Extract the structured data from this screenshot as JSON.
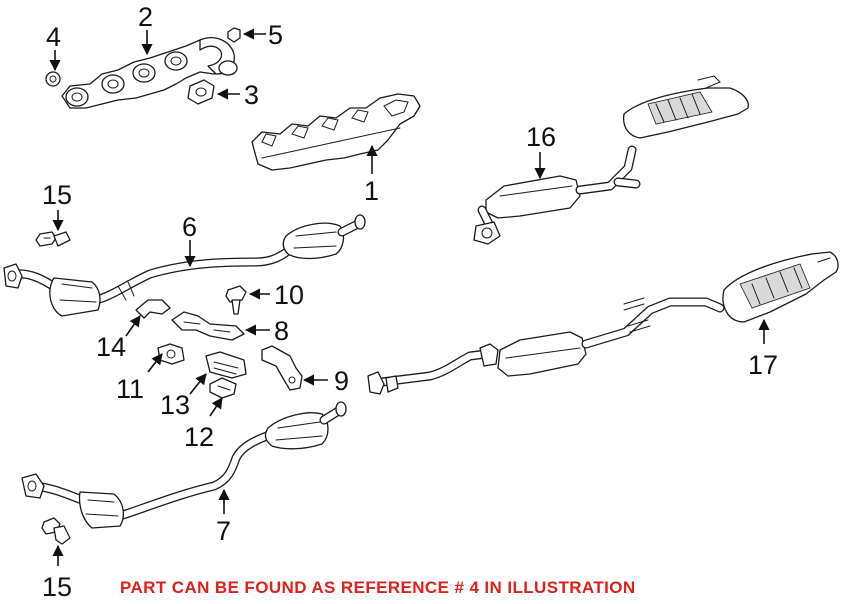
{
  "callouts": {
    "c1": "1",
    "c2": "2",
    "c3": "3",
    "c4": "4",
    "c5": "5",
    "c6": "6",
    "c7": "7",
    "c8": "8",
    "c9": "9",
    "c10": "10",
    "c11": "11",
    "c12": "12",
    "c13": "13",
    "c14": "14",
    "c15_upper": "15",
    "c15_lower": "15",
    "c16": "16",
    "c17": "17"
  },
  "footer": {
    "note": "PART CAN BE FOUND AS REFERENCE # 4 IN ILLUSTRATION"
  },
  "colors": {
    "note": "#e0201a",
    "linework": "#1a1a1a",
    "background": "#ffffff"
  }
}
